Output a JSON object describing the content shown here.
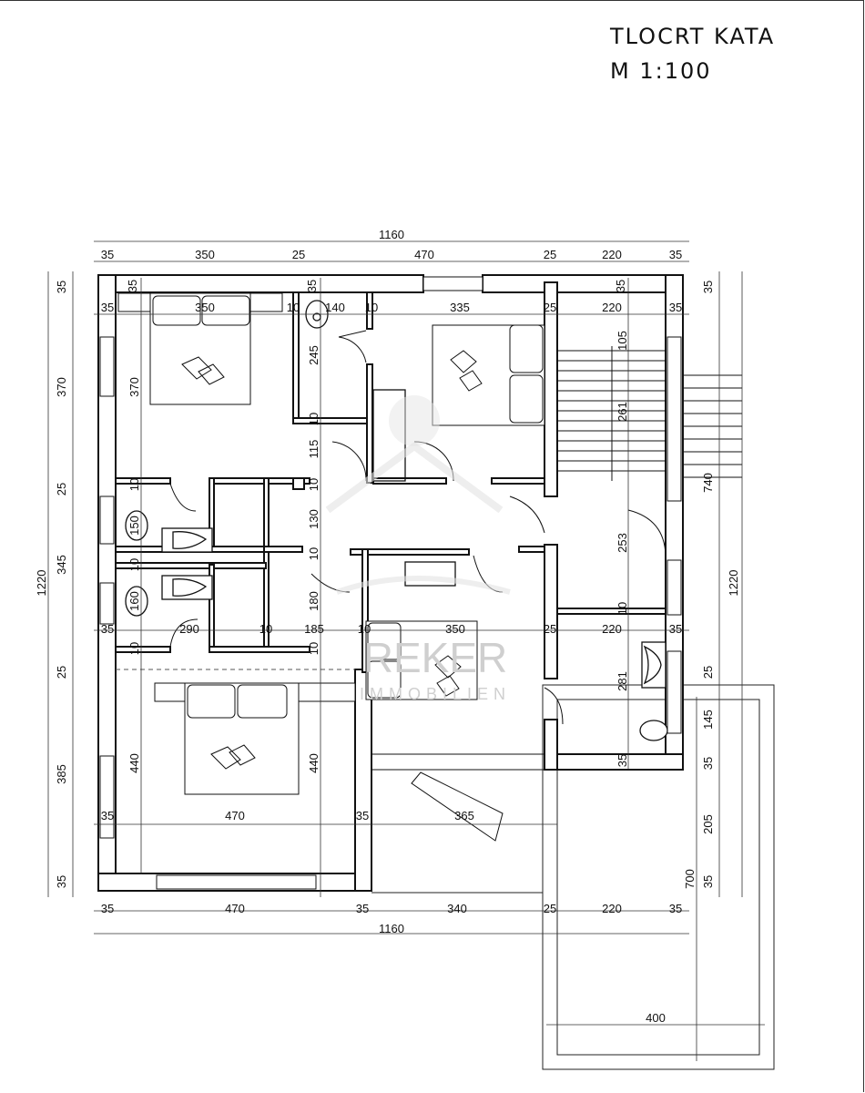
{
  "title": {
    "line1": "TLOCRT KATA",
    "line2": "M 1:100"
  },
  "watermark": {
    "brand": "REKER",
    "sub": "IMMOBILIEN"
  },
  "dimensions": {
    "top_total": "1160",
    "top_row": [
      "35",
      "350",
      "25",
      "470",
      "25",
      "220",
      "35"
    ],
    "inner_top_row": [
      "35",
      "350",
      "10",
      "140",
      "10",
      "335",
      "25",
      "220",
      "35"
    ],
    "wall_thickness_top": [
      "35",
      "35",
      "35",
      "105"
    ],
    "left_outer": [
      "35",
      "370",
      "25",
      "345",
      "25",
      "385",
      "35"
    ],
    "left_total": "1220",
    "left_inner": [
      "370",
      "10",
      "150",
      "10",
      "160",
      "10",
      "440"
    ],
    "center_column": [
      "245",
      "10",
      "115",
      "10",
      "130",
      "10",
      "180",
      "10",
      "440"
    ],
    "right_inner": [
      "261",
      "253",
      "10",
      "281",
      "35"
    ],
    "right_outer": [
      "35",
      "740",
      "25",
      "145",
      "35",
      "205",
      "35"
    ],
    "right_total": "1220",
    "terrace_depth": "700",
    "middle_row": [
      "35",
      "290",
      "10",
      "185",
      "10",
      "350",
      "25",
      "220",
      "35"
    ],
    "lower_row": [
      "35",
      "470",
      "35",
      "365"
    ],
    "bottom_row": [
      "35",
      "470",
      "35",
      "340",
      "25",
      "220",
      "35"
    ],
    "bottom_total": "1160",
    "terrace_width": "400"
  }
}
